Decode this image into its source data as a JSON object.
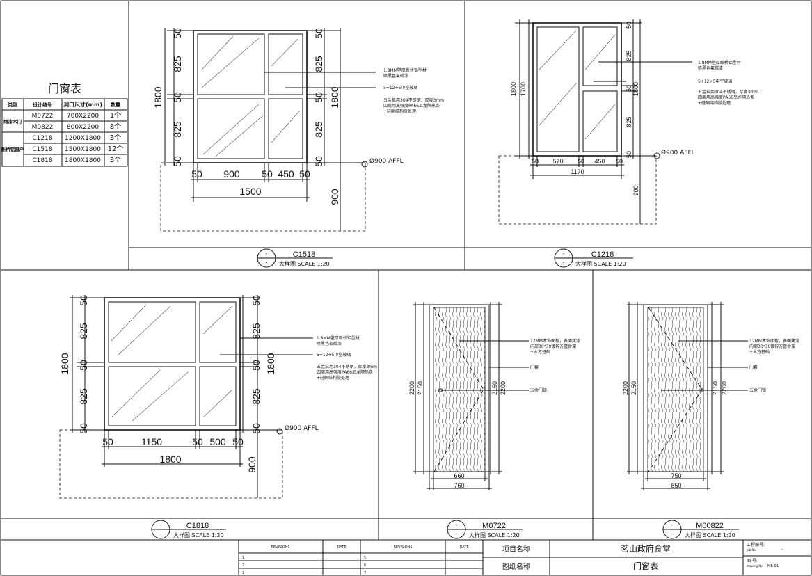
{
  "table": {
    "title": "门窗表",
    "headers": [
      "类型",
      "设计编号",
      "洞口尺寸(mm)",
      "数量"
    ],
    "groups": [
      {
        "type": "烤漆木门",
        "rows": [
          [
            "M0722",
            "700X2200",
            "1个"
          ],
          [
            "M0822",
            "800X2200",
            "8个"
          ]
        ]
      },
      {
        "type": "断桥铝窗户",
        "rows": [
          [
            "C1218",
            "1200X1800",
            "3个"
          ],
          [
            "C1518",
            "1500X1800",
            "12个"
          ],
          [
            "C1818",
            "1800X1800",
            "3个"
          ]
        ]
      }
    ]
  },
  "window_notes": {
    "frame": [
      "1.8MM壁厚断桥铝型材",
      "喷黑色氟碳漆"
    ],
    "glass": "5+12+5中空玻璃",
    "hardware": [
      "五金启用304不锈钢，厚度3mm",
      "四周用高强度PA66尼龙隔热条",
      "+硅酮结构胶处理"
    ]
  },
  "door_notes": {
    "panel": [
      "12MM木饰面板，表面烤漆",
      "内部30*30镀锌方管骨架",
      "+木方基础"
    ],
    "casing": "门套",
    "lock": "五金门锁"
  },
  "affl": "Ø900 AFFL",
  "drawings": {
    "c1518": {
      "title": "C1518",
      "dims": {
        "v": [
          "50",
          "825",
          "50",
          "825",
          "50"
        ],
        "total": "1800",
        "h": [
          "50",
          "900",
          "50",
          "450",
          "50"
        ],
        "htotal": "1500",
        "sill": "900"
      }
    },
    "c1218": {
      "title": "C1218",
      "dims": {
        "v": [
          "50",
          "825",
          "50",
          "825",
          "50"
        ],
        "total": "1800",
        "inner": "1700",
        "h": [
          "50",
          "570",
          "50",
          "450",
          "50"
        ],
        "htotal": "1170",
        "sill": "900"
      }
    },
    "c1818": {
      "title": "C1818",
      "dims": {
        "v": [
          "50",
          "825",
          "50",
          "825",
          "50"
        ],
        "total": "1800",
        "h": [
          "50",
          "1150",
          "50",
          "500",
          "50"
        ],
        "htotal": "1800",
        "sill": "900"
      }
    },
    "m0722": {
      "title": "M0722",
      "dims": {
        "outer": "2200",
        "inner": "2150",
        "w1": "660",
        "w2": "760"
      }
    },
    "m0822": {
      "title": "M00822",
      "dims": {
        "outer": "2200",
        "inner": "2150",
        "w1": "750",
        "w2": "850"
      }
    }
  },
  "scale_label": "大样图  SCALE 1:20",
  "title_block": {
    "revisions_header": "REVISIONS",
    "date_header": "DATE",
    "rows_left": [
      "1",
      "2",
      "3"
    ],
    "rows_right": [
      "5",
      "6",
      "7"
    ],
    "project_label": "项目名称",
    "project_name": "茗山政府食堂",
    "drawing_label": "图纸名称",
    "drawing_name": "门窗表",
    "job_label": "工程编号:",
    "job_label_en": "Job No.",
    "job_value": "-",
    "sheet_label": "图 号:",
    "sheet_label_en": "drawing No.",
    "sheet_value": "MB-01"
  }
}
